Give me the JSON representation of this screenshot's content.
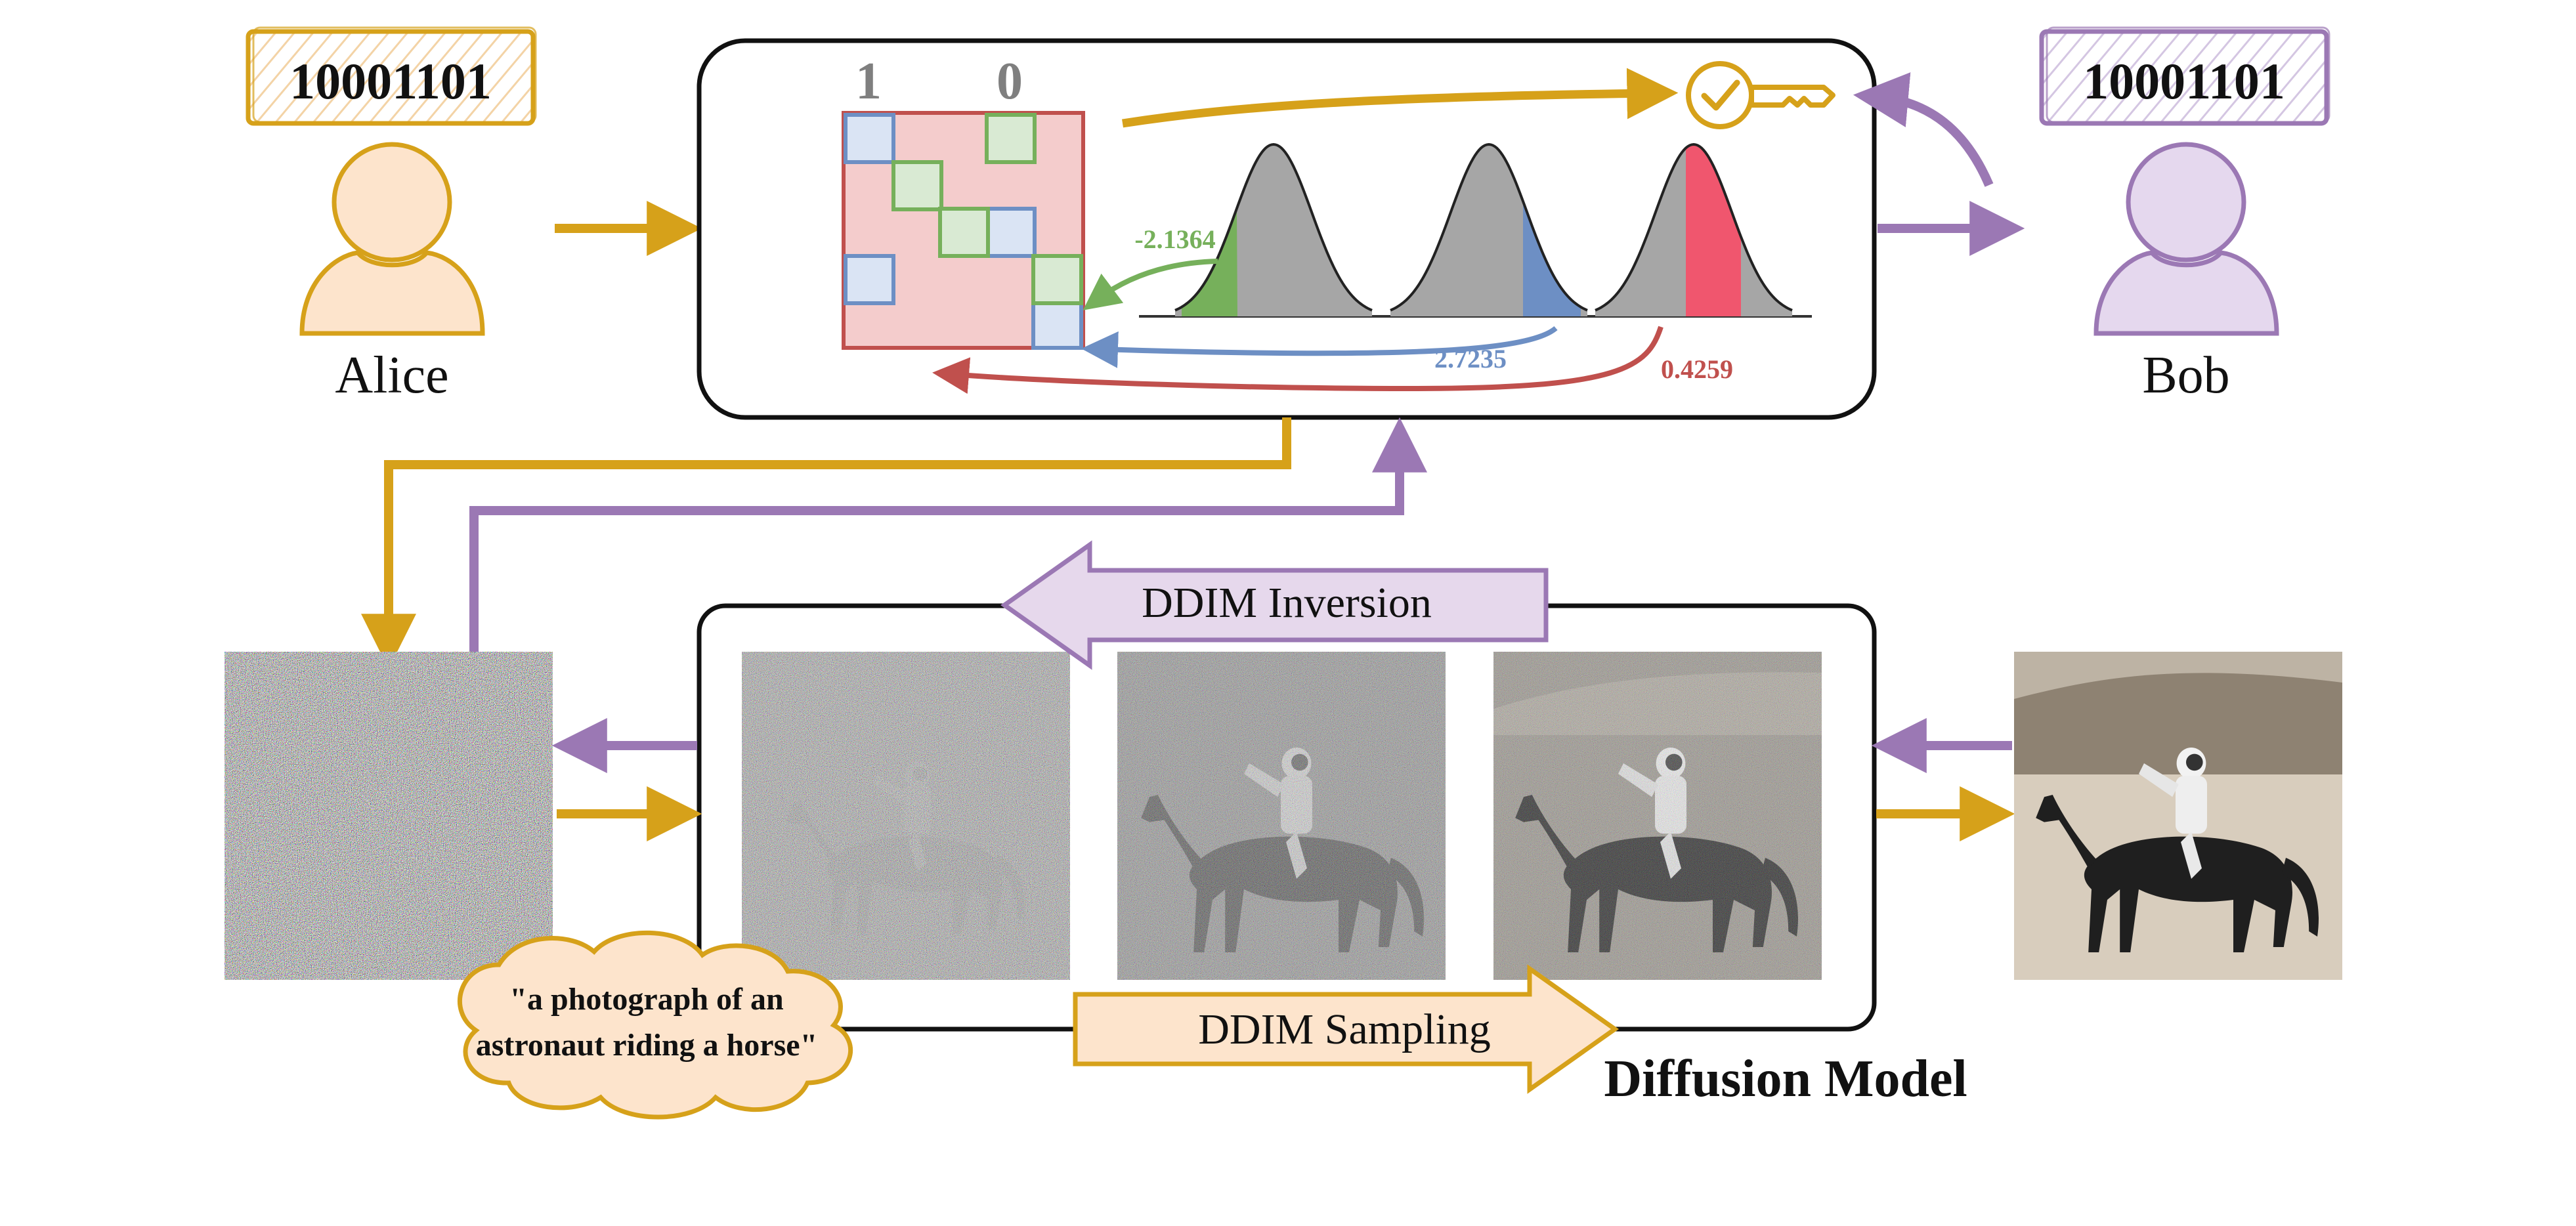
{
  "alice": {
    "bits": "10001101",
    "name": "Alice"
  },
  "bob": {
    "bits": "10001101",
    "name": "Bob"
  },
  "matrix": {
    "col_label_1": "1",
    "col_label_0": "0"
  },
  "distribution_values": {
    "green": "-2.1364",
    "blue": "2.7235",
    "red": "0.4259"
  },
  "inversion_label": "DDIM Inversion",
  "sampling_label": "DDIM Sampling",
  "prompt_line1": "\"a photograph of an",
  "prompt_line2": "astronaut riding a horse\"",
  "model_label": "Diffusion Model",
  "colors": {
    "alice": "#d6a11a",
    "bob": "#9b78b4",
    "green": "#76b05b",
    "blue": "#6d8fc4",
    "red": "#c0504d",
    "pink_fill": "#f4cccc",
    "red_fill": "#f0566e",
    "gray_fill": "#9e9e9e"
  }
}
